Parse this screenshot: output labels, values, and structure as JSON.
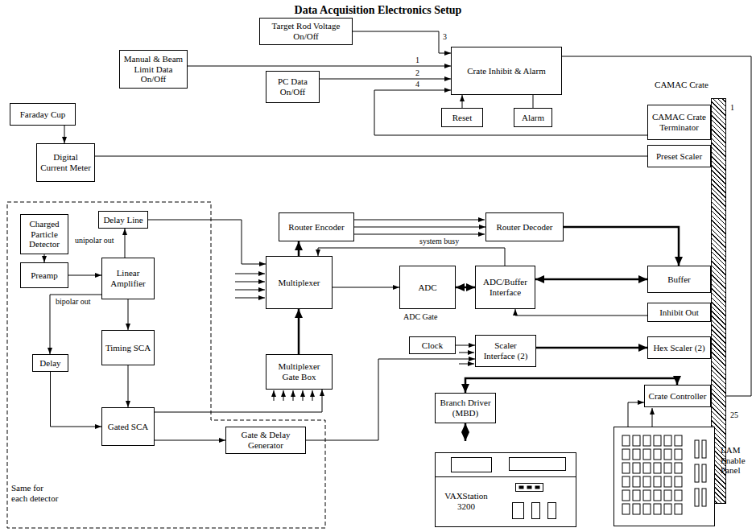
{
  "diagram": {
    "title": "Data Acquisition Electronics Setup",
    "nodes": [
      {
        "text": [
          "Target Rod Voltage On/Off"
        ]
      },
      {
        "text": [
          "Manual & Beam Limit Data On/Off"
        ]
      },
      {
        "text": [
          "Crate Inhibit & Alarm"
        ]
      },
      {
        "text": [
          "PC Data On/Off"
        ]
      },
      {
        "text": [
          "Faraday Cup"
        ]
      },
      {
        "text": [
          "CAMAC Crate"
        ]
      },
      {
        "text": [
          "Reset"
        ]
      },
      {
        "text": [
          "Alarm"
        ]
      },
      {
        "text": [
          "CAMAC Crate Terminator"
        ]
      },
      {
        "text": [
          "Digital Current Meter"
        ]
      },
      {
        "text": [
          "Preset Scaler"
        ]
      },
      {
        "text": [
          "Router Encoder"
        ]
      },
      {
        "text": [
          "Router Decoder"
        ]
      },
      {
        "text": [
          "Same for each detector"
        ]
      },
      {
        "text": [
          "Charged Particle Detector"
        ],
        "in": 13
      },
      {
        "text": [
          "Delay Line"
        ],
        "in": 13
      },
      {
        "text": [
          "Preamp"
        ],
        "in": 13
      },
      {
        "text": [
          "Linear Amplifier"
        ],
        "in": 13
      },
      {
        "text": [
          "Timing SCA"
        ],
        "in": 13
      },
      {
        "text": [
          "Delay"
        ],
        "in": 13
      },
      {
        "text": [
          "Gated SCA"
        ],
        "in": 13
      },
      {
        "text": [
          "Gate & Delay Generator"
        ],
        "in": 13
      },
      {
        "text": [
          "Multiplexer"
        ]
      },
      {
        "text": [
          "Multiplexer Gate Box"
        ]
      },
      {
        "text": [
          "ADC"
        ]
      },
      {
        "text": [
          "ADC/Buffer Interface"
        ]
      },
      {
        "text": [
          "Buffer"
        ]
      },
      {
        "text": [
          "Inhibit Out"
        ]
      },
      {
        "text": [
          "Clock"
        ]
      },
      {
        "text": [
          "Scaler Interface (2)"
        ]
      },
      {
        "text": [
          "Hex Scaler (2)"
        ]
      },
      {
        "text": [
          "Branch Driver (MBD)"
        ]
      },
      {
        "text": [
          "Crate Controller"
        ]
      },
      {
        "text": [
          "VAXStation 3200"
        ]
      },
      {
        "text": [
          "LAM Enable Panel"
        ]
      }
    ],
    "edges": [
      {
        "from": 0,
        "to": 2,
        "arrow": "to",
        "label": "3"
      },
      {
        "from": 1,
        "to": 2,
        "arrow": "to",
        "label": "1"
      },
      {
        "from": 3,
        "to": 2,
        "arrow": "to",
        "label": "2"
      },
      {
        "from": 8,
        "to": 2,
        "arrow": "to",
        "label": "4"
      },
      {
        "from": 6,
        "to": 2,
        "arrow": "to"
      },
      {
        "from": 2,
        "to": 7,
        "arrow": "none"
      },
      {
        "from": 2,
        "to": 32,
        "arrow": "none"
      },
      {
        "from": 4,
        "to": 9,
        "arrow": "to"
      },
      {
        "from": 9,
        "to": 10,
        "arrow": "none"
      },
      {
        "from": 14,
        "to": 16,
        "arrow": "to"
      },
      {
        "from": 16,
        "to": 17,
        "arrow": "to"
      },
      {
        "from": 17,
        "to": 15,
        "arrow": "to"
      },
      {
        "from": 17,
        "to": 18,
        "arrow": "to"
      },
      {
        "from": 17,
        "to": 19,
        "arrow": "to"
      },
      {
        "from": 18,
        "to": 20,
        "arrow": "to"
      },
      {
        "from": 19,
        "to": 20,
        "arrow": "to"
      },
      {
        "from": 15,
        "to": 22,
        "arrow": "to"
      },
      {
        "from": 20,
        "to": 23,
        "arrow": "to"
      },
      {
        "from": 20,
        "to": 21,
        "arrow": "to"
      },
      {
        "from": 21,
        "to": 29,
        "arrow": "to"
      },
      {
        "from": 28,
        "to": 29,
        "arrow": "to"
      },
      {
        "from": 29,
        "to": 30,
        "arrow": "to"
      },
      {
        "from": 22,
        "to": 11,
        "arrow": "to"
      },
      {
        "from": 11,
        "to": 12,
        "arrow": "to"
      },
      {
        "from": 12,
        "to": 26,
        "arrow": "to"
      },
      {
        "from": 22,
        "to": 24,
        "arrow": "to"
      },
      {
        "from": 24,
        "to": 25,
        "arrow": "both"
      },
      {
        "from": 25,
        "to": 26,
        "arrow": "both"
      },
      {
        "from": 23,
        "to": 22,
        "arrow": "to"
      },
      {
        "from": 25,
        "to": 22,
        "arrow": "to",
        "label": "system busy"
      },
      {
        "from": 27,
        "to": 25,
        "arrow": "to"
      },
      {
        "from": 31,
        "to": 32,
        "arrow": "both"
      },
      {
        "from": 31,
        "to": 33,
        "arrow": "both"
      },
      {
        "from": 34,
        "to": 32,
        "arrow": "to"
      }
    ],
    "labels": [
      "1",
      "25",
      "unipolar out",
      "bipolar out",
      "ADC Gate"
    ]
  }
}
